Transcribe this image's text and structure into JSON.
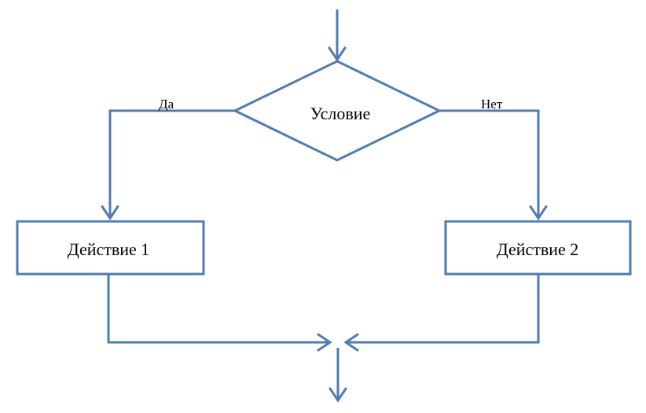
{
  "diagram": {
    "condition": "Условие",
    "action_1": "Действие 1",
    "action_2": "Действие 2",
    "yes_label": "Да",
    "no_label": "Нет"
  },
  "colors": {
    "line": "#4f7bb3",
    "text": "#000000",
    "background": "#ffffff"
  }
}
